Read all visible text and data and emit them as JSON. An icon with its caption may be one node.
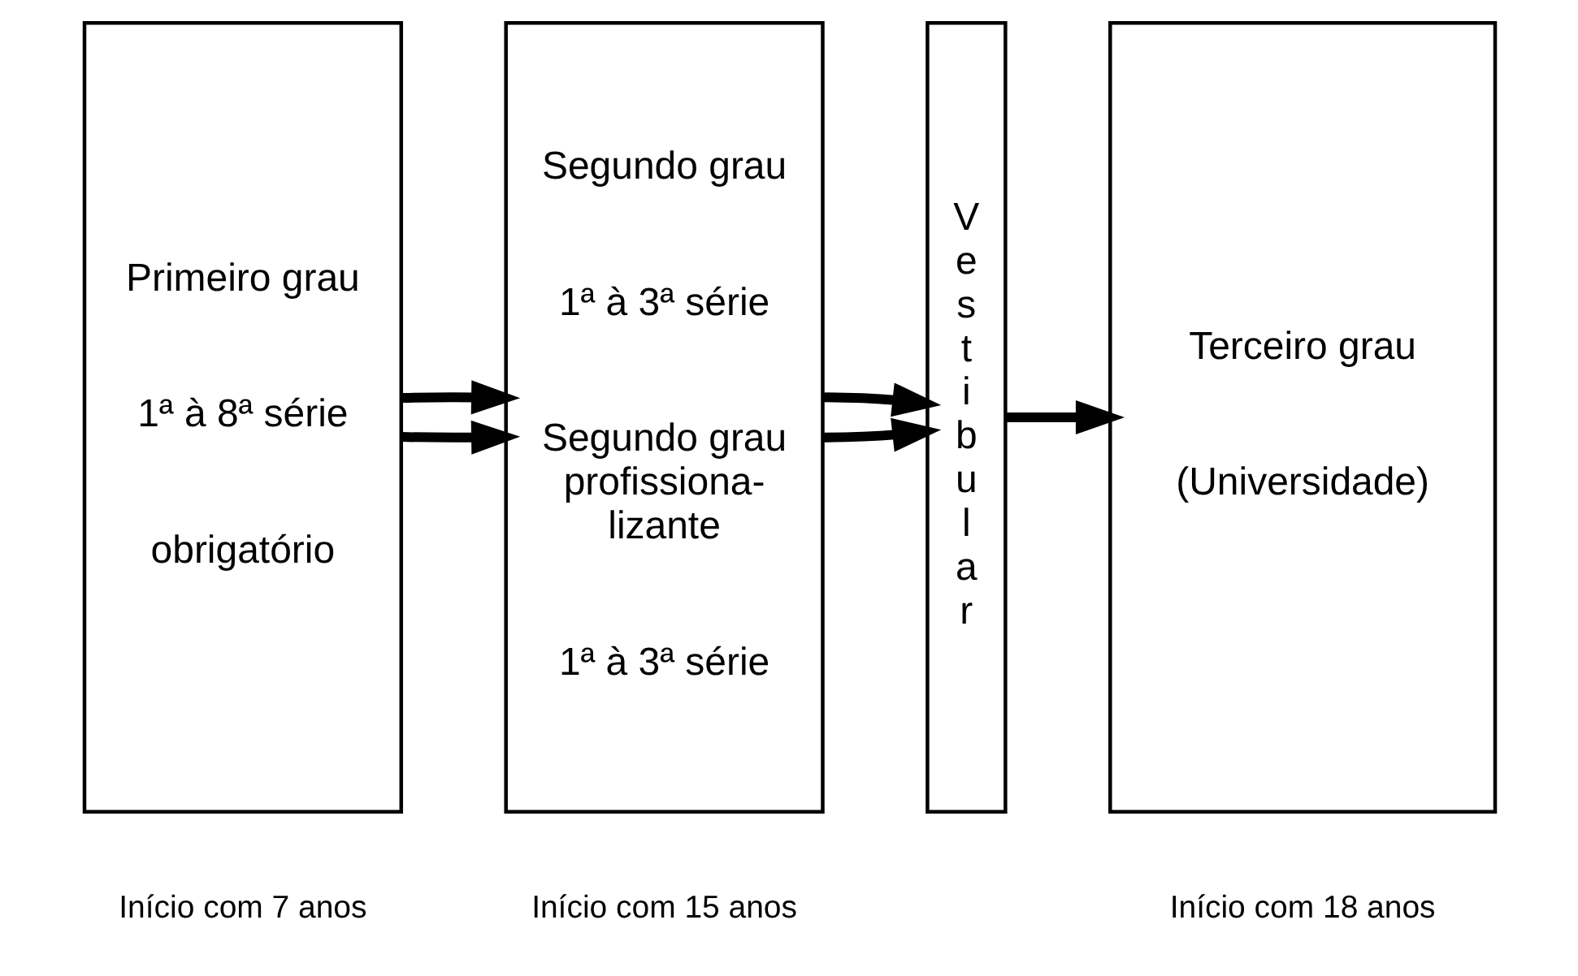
{
  "diagram": {
    "nodes": [
      {
        "text": [
          "Primeiro grau",
          "1ª à 8ª série",
          "obrigatório"
        ],
        "beside": [
          "Início com 7 anos"
        ]
      },
      {
        "text": [
          "Segundo grau",
          "1ª à 3ª série",
          "Segundo grau profissiona- lizante",
          "1ª à 3ª série"
        ],
        "beside": [
          "Início com 15 anos"
        ]
      },
      {
        "text": [
          "Vestibular"
        ]
      },
      {
        "text": [
          "Terceiro grau",
          "(Universidade)"
        ],
        "beside": [
          "Início com 18 anos"
        ]
      }
    ],
    "edges": [
      {
        "from": 0,
        "to": 1,
        "arrow": "to"
      },
      {
        "from": 0,
        "to": 1,
        "arrow": "to"
      },
      {
        "from": 1,
        "to": 2,
        "arrow": "to"
      },
      {
        "from": 1,
        "to": 2,
        "arrow": "to"
      },
      {
        "from": 2,
        "to": 3,
        "arrow": "to"
      }
    ]
  }
}
